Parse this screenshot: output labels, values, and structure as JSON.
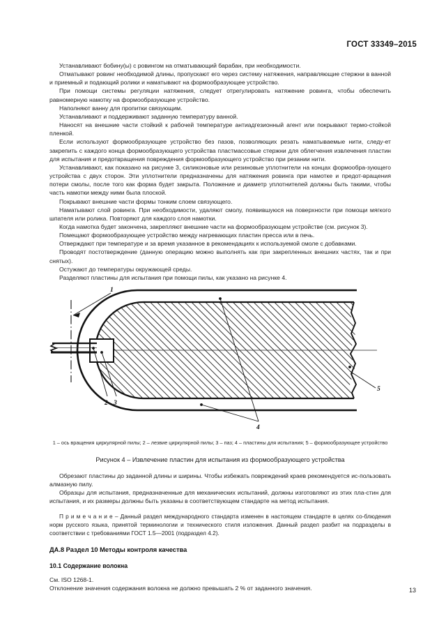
{
  "header": {
    "standard_title": "ГОСТ 33349–2015"
  },
  "body": {
    "paragraphs": [
      "Устанавливают бобину(ы) с ровингом на отматывающий барабан, при необходимости.",
      "Отматывают ровинг необходимой длины, пропускают его через систему натяжения, направляющие стержни в ванной и приемный и подающий ролики и наматывают на формообразующее устройство.",
      "При помощи системы регуляции натяжения, следует отрегулировать натяжение ровинга, чтобы обеспечить равномерную намотку на формообразующее устройство.",
      "Наполняют ванну для пропитки связующим.",
      "Устанавливают и поддерживают заданную температуру ванной.",
      "Наносят на внешние части стойкий к рабочей температуре антиадгезионный агент или покрывают термо-стойкой пленкой.",
      "Если используют формообразующее устройство без пазов, позволяющих резать наматываемые нити, следу-ет закрепить с каждого конца формообразующего устройства пластмассовые стержни для облегчения извлечения пластин для испытания и предотвращения повреждения формообразующего устройство при резании нити.",
      "Устанавливают, как показано на рисунке 3, силиконовые или резиновые уплотнители на концах формообра-зующего устройства с двух сторон. Эти уплотнители предназначены для натяжения ровинга при намотке и предот-вращения потери смолы, после того как форма будет закрыта. Положение и диаметр уплотнителей должны быть такими, чтобы часть намотки между ними была плоской.",
      "Покрывают внешние части формы тонким слоем связующего.",
      "Наматывают слой ровинга. При необходимости, удаляют смолу, появившуюся на поверхности при помощи мягкого шпателя или ролика. Повторяют для каждого слоя намотки.",
      "Когда намотка будет закончена, закрепляют внешние части на формообразующем устройстве (см. рисунок 3).",
      "Помещают формообразующее устройство между нагревающих пластин пресса или в печь.",
      "Отверждают при температуре и за время указанное в рекомендациях к используемой смоле с добавками.",
      "Проводят постотверждение (данную операцию можно выполнять как при закрепленных внешних частях, так и при снятых).",
      "Остужают до температуры окружающей среды.",
      "Разделяют пластины для испытания при помощи пилы, как указано на рисунке 4."
    ]
  },
  "figure": {
    "legend": "1 – ось вращения циркулярной пилы; 2 – лезвие циркулярной пилы; 3 – паз; 4 – пластины для испытания; 5 – формообразующее устройство",
    "caption": "Рисунок 4 – Извлечение пластин для испытания из формообразующего устройства",
    "callouts": {
      "one": "1",
      "two": "2",
      "three": "3",
      "four": "4",
      "five": "5"
    }
  },
  "body_lower": {
    "paragraphs": [
      "Обрезают пластины до заданной длины и ширины. Чтобы избежать повреждений краев рекомендуется ис-пользовать алмазную пилу.",
      "Образцы для испытания, предназначенные для механических испытаний, должны изготовляют из этих пла-стин для испытания, и их размеры должны быть указаны в соответствующем стандарте на метод испытания."
    ],
    "note": "П р и м е ч а н и е  – Данный раздел международного стандарта изменен в настоящем стандарте в целях со-блюдения норм русского языка, принятой терминологии и технического стиля изложения. Данный раздел разбит на подразделы в соответствии с требованиями ГОСТ 1.5—2001 (подраздел 4.2)."
  },
  "sections": {
    "heading": "ДА.8 Раздел 10 Методы контроля качества",
    "subheading": "10.1 Содержание волокна",
    "ref_line": "См. ISO 1268-1.",
    "body_line": "Отклонение значения содержания волокна не должно превышать 2 % от заданного значения."
  },
  "footer": {
    "page_number": "13"
  },
  "colors": {
    "ink": "#1a1a1a",
    "line": "#000000",
    "paper": "#ffffff"
  }
}
